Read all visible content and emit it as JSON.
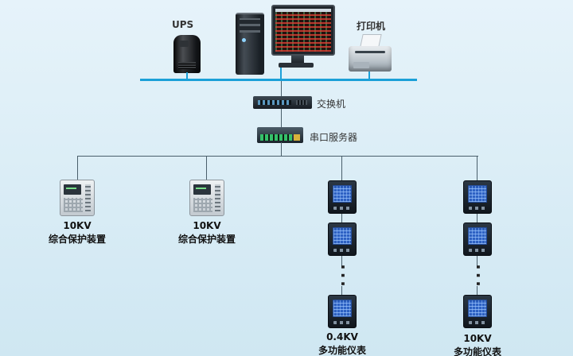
{
  "colors": {
    "background_top": "#e6f3fa",
    "background_bottom": "#cfe7f2",
    "bus_line": "#1ba0d8",
    "branch_line": "#4a5f6b",
    "label_text": "#333333",
    "device_label_text": "#111111",
    "meter_screen": "#2e62c4"
  },
  "top": {
    "ups_label": "UPS",
    "printer_label": "打印机"
  },
  "backbone": {
    "switch_label": "交换机",
    "serial_server_label": "串口服务器"
  },
  "branches": {
    "protection_1": {
      "voltage": "10KV",
      "name": "综合保护装置"
    },
    "protection_2": {
      "voltage": "10KV",
      "name": "综合保护装置"
    },
    "meter_column_1": {
      "voltage": "0.4KV",
      "name": "多功能仪表",
      "ellipsis": "···"
    },
    "meter_column_2": {
      "voltage": "10KV",
      "name": "多功能仪表",
      "ellipsis": "···"
    }
  }
}
